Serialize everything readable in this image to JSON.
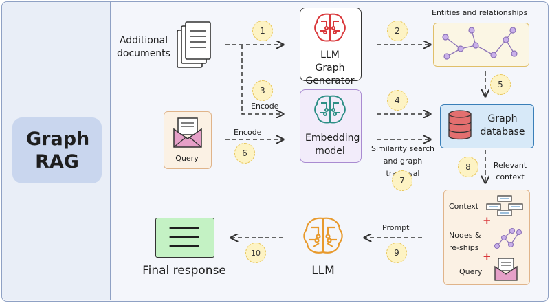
{
  "title": "Graph RAG",
  "nodes": {
    "additional_documents": "Additional documents",
    "llm_graph_generator": "LLM Graph Generator",
    "entities": "Entities and relationships",
    "query": "Query",
    "embedding_model": "Embedding model",
    "graph_database": "Graph database",
    "relevant_context": "Relevant context",
    "similarity": "Similarity search and graph traversal",
    "llm": "LLM",
    "final_response": "Final response",
    "prompt_box": {
      "context": "Context",
      "nodes": "Nodes & re-ships",
      "query": "Query"
    }
  },
  "edge_labels": {
    "encode_3": "Encode",
    "encode_6": "Encode",
    "prompt": "Prompt"
  },
  "steps": [
    "1",
    "2",
    "3",
    "4",
    "5",
    "6",
    "7",
    "8",
    "9",
    "10"
  ],
  "colors": {
    "left_panel": "#e9eef7",
    "title_box": "#c9d6ee",
    "panel_border": "#8fa1c4",
    "step_fill": "#fdf3c4",
    "llm_red": "#d9373a",
    "embed_teal": "#2d8f86",
    "llm_orange": "#e89a2d",
    "graph_purple": "#a98bd1",
    "db_red": "#e36f6f",
    "db_box": "#d7e9f8",
    "final_green": "#c4f2c4"
  },
  "icons": [
    "documents-icon",
    "brain-circuit-icon",
    "graph-icon",
    "envelope-icon",
    "database-icon",
    "table-icon",
    "check-lines-icon"
  ]
}
